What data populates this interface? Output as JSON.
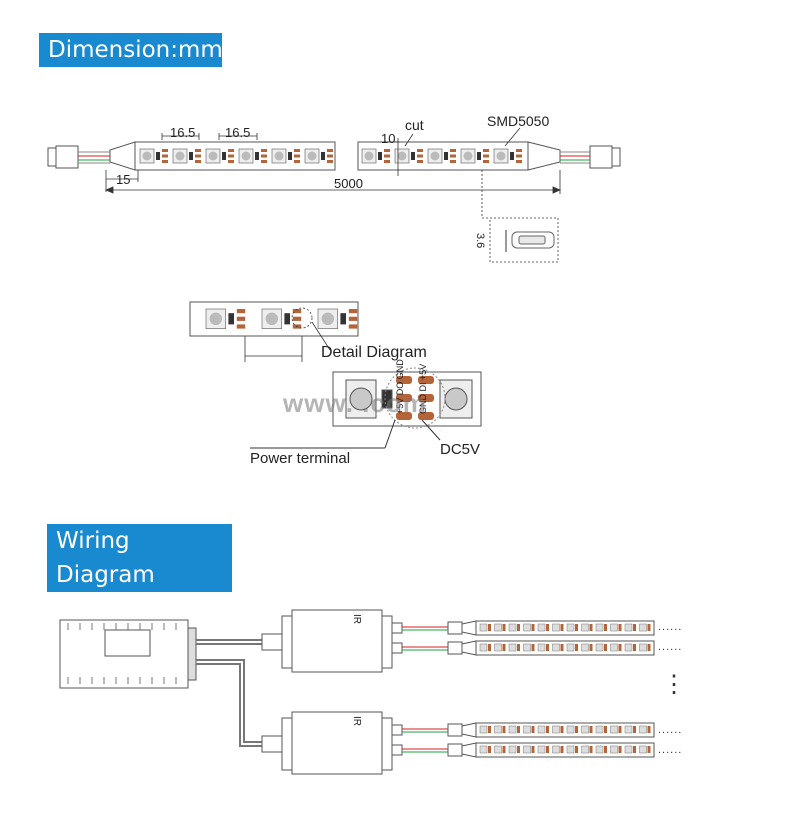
{
  "sections": {
    "dimension_title": "Dimension:mm",
    "wiring_title": "Wiring Diagram"
  },
  "dimensions": {
    "pitch_a": "16.5",
    "pitch_b": "16.5",
    "lead": "15",
    "total_length": "5000",
    "width": "10",
    "cut_label": "cut",
    "led_type": "SMD5050",
    "thickness": "3.6"
  },
  "detail": {
    "title": "Detail Diagram",
    "power_terminal": "Power terminal",
    "voltage": "DC5V",
    "pads_left": "+5V DO GND",
    "pads_right": "GND DI +5V"
  },
  "watermark": "www.             .com",
  "wiring": {
    "controller_label": "IR",
    "more_strips": "......",
    "more_vertical": "⋮"
  },
  "colors": {
    "banner": "#1a8ad0",
    "pcb_outline": "#555555",
    "pad": "#b5643a",
    "wire_red": "#d02020",
    "wire_green": "#20a040"
  }
}
